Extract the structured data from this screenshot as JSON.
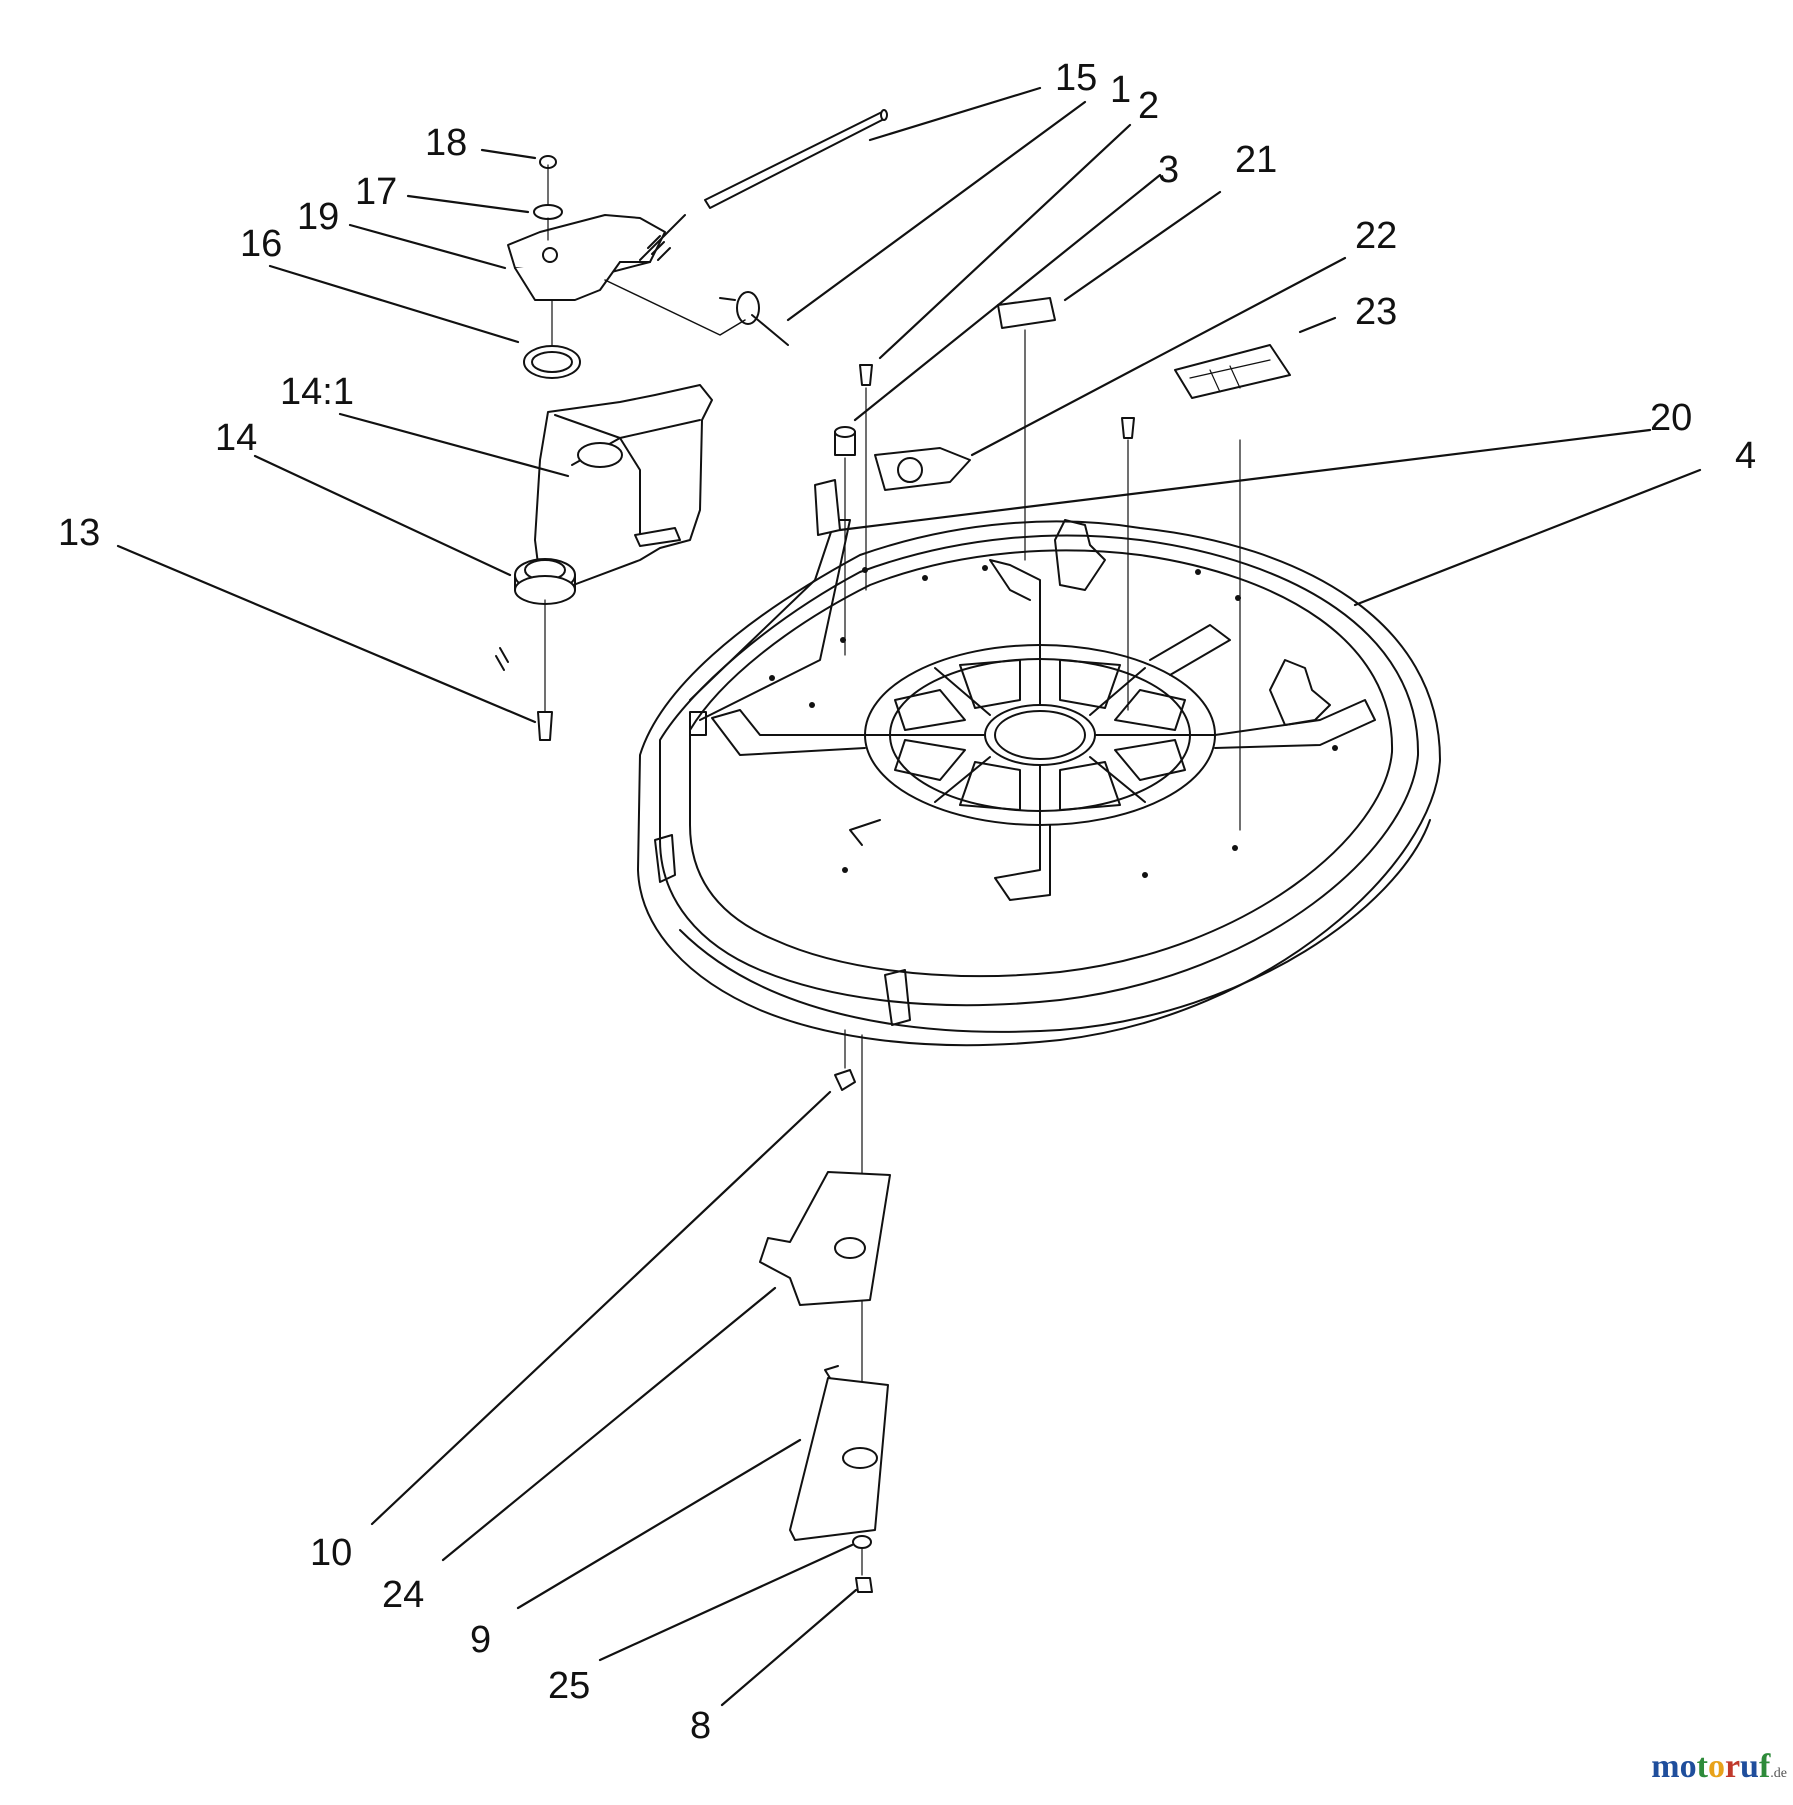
{
  "diagram": {
    "callouts": [
      {
        "id": "c15",
        "text": "15"
      },
      {
        "id": "c1",
        "text": "1"
      },
      {
        "id": "c2",
        "text": "2"
      },
      {
        "id": "c3",
        "text": "3"
      },
      {
        "id": "c21",
        "text": "21"
      },
      {
        "id": "c22",
        "text": "22"
      },
      {
        "id": "c23",
        "text": "23"
      },
      {
        "id": "c18",
        "text": "18"
      },
      {
        "id": "c17",
        "text": "17"
      },
      {
        "id": "c19",
        "text": "19"
      },
      {
        "id": "c16",
        "text": "16"
      },
      {
        "id": "c14_1",
        "text": "14:1"
      },
      {
        "id": "c14",
        "text": "14"
      },
      {
        "id": "c13",
        "text": "13"
      },
      {
        "id": "c20",
        "text": "20"
      },
      {
        "id": "c4",
        "text": "4"
      },
      {
        "id": "c10",
        "text": "10"
      },
      {
        "id": "c24",
        "text": "24"
      },
      {
        "id": "c9",
        "text": "9"
      },
      {
        "id": "c25",
        "text": "25"
      },
      {
        "id": "c8",
        "text": "8"
      }
    ]
  },
  "watermark": {
    "parts": [
      {
        "text": "m",
        "color": "#1f4e9c"
      },
      {
        "text": "o",
        "color": "#1f4e9c"
      },
      {
        "text": "t",
        "color": "#2e8b3a"
      },
      {
        "text": "o",
        "color": "#e8a21a"
      },
      {
        "text": "r",
        "color": "#c0392b"
      },
      {
        "text": "u",
        "color": "#1f4e9c"
      },
      {
        "text": "f",
        "color": "#2e8b3a"
      }
    ],
    "domain": ".de"
  }
}
